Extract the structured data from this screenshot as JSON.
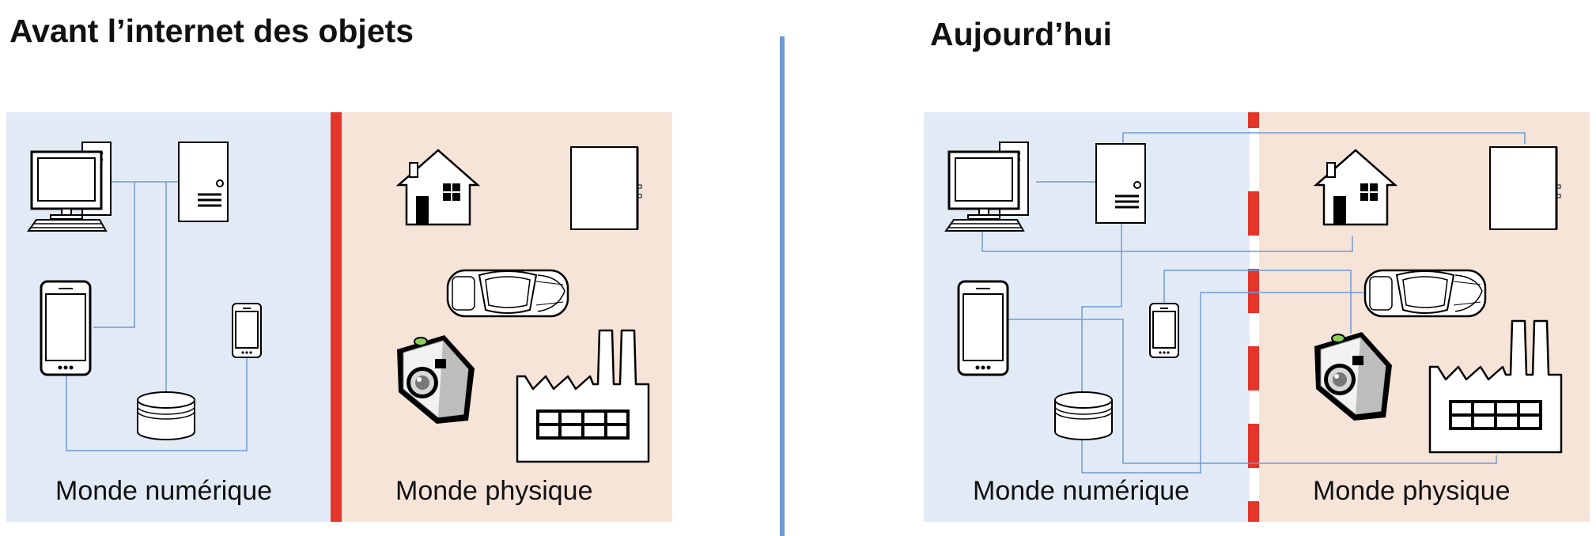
{
  "left_panel": {
    "title": "Avant l’internet des objets",
    "digital_label": "Monde numérique",
    "physical_label": "Monde physique"
  },
  "right_panel": {
    "title": "Aujourd’hui",
    "digital_label": "Monde numérique",
    "physical_label": "Monde physique"
  },
  "colors": {
    "digital_bg": "#e2ebf5",
    "physical_bg": "#f7e4d8",
    "barrier": "#e4352a",
    "divider": "#6f9ad6",
    "link": "#6f9ad6"
  },
  "icons": {
    "digital": [
      "desktop-computer-icon",
      "server-tower-icon",
      "tablet-icon",
      "smartphone-icon",
      "database-icon"
    ],
    "physical": [
      "house-icon",
      "refrigerator-icon",
      "car-icon",
      "camera-icon",
      "factory-icon"
    ]
  }
}
